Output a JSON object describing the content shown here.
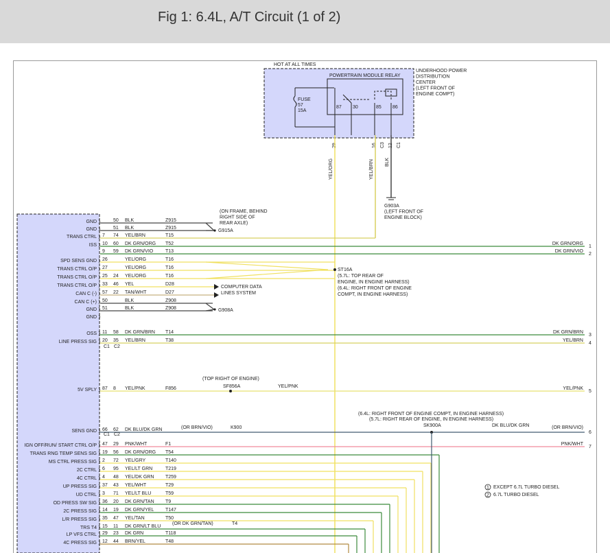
{
  "title": "Fig 1: 6.4L, A/T Circuit (1 of 2)",
  "colors": {
    "module_fill": "#d4d7fb",
    "yel_org": "#f0e060",
    "yel_brn": "#d8d060",
    "blk": "#444444",
    "dk_grn": "#3b8a3b",
    "purple": "#8060a0",
    "pink": "#f08a9a",
    "yel_pnk": "#e8e070",
    "dk_blu": "#405a70"
  },
  "relay": {
    "hot_label": "HOT AT ALL TIMES",
    "name": "POWERTRAIN MODULE RELAY",
    "pdc_label": [
      "UNDERHOOD POWER",
      "DISTRIBUTION",
      "CENTER",
      "(LEFT FRONT OF",
      "ENGINE COMPT)"
    ],
    "fuse": [
      "FUSE",
      "57",
      "15A"
    ],
    "pins": [
      "87",
      "30",
      "85",
      "86"
    ],
    "cavities": [
      "29",
      "16",
      "C3",
      "12",
      "C1"
    ],
    "wire_labels": [
      "YEL/ORG",
      "YEL/BRN",
      "BLK"
    ]
  },
  "grounds": {
    "g903a": [
      "G903A",
      "(LEFT FRONT OF",
      "ENGINE BLOCK)"
    ],
    "g915a_note": [
      "(ON FRAME, BEHIND",
      "RIGHT SIDE OF",
      "REAR AXLE)"
    ],
    "g915a": "G915A",
    "g908a": "G908A"
  },
  "splice_st16a": [
    "ST16A",
    "(5.7L: TOP REAR OF",
    "ENGINE, IN ENGINE HARNESS)",
    "(6.4L: RIGHT FRONT OF ENGINE",
    "COMPT, IN ENGINE HARNESS)"
  ],
  "can_labels": [
    "COMPUTER DATA",
    "LINES SYSTEM"
  ],
  "connectors": [
    "C1",
    "C2"
  ],
  "sf856a": {
    "note": "(TOP RIGHT OF ENGINE)",
    "name": "SF856A",
    "wire": "YEL/PNK"
  },
  "sk900a": {
    "note1": "(6.4L: RIGHT FRONT OF ENGINE COMPT, IN ENGINE HARNESS)",
    "note2": "(5.7L: RIGHT REAR OF ENGINE, IN ENGINE HARNESS)",
    "name": "SK900A",
    "wire": "DK BLU/DK GRN",
    "alt": "(OR BRN/VIO)",
    "alt_right": "(OR BRN/VIO)",
    "circuit": "K900"
  },
  "legend": [
    {
      "num": "1",
      "text": "EXCEPT 6.7L TURBO DIESEL"
    },
    {
      "num": "2",
      "text": "6.7L TURBO DIESEL"
    }
  ],
  "alt_t4": "(OR DK GRN/TAN)",
  "alt_t4_circuit": "T4",
  "rows": [
    {
      "label": "GND",
      "p1": "",
      "p2": "50",
      "color": "BLK",
      "circuit": "Z915"
    },
    {
      "label": "GND",
      "p1": "",
      "p2": "51",
      "color": "BLK",
      "circuit": "Z915"
    },
    {
      "label": "TRANS CTRL",
      "p1": "7",
      "p2": "74",
      "color": "YEL/BRN",
      "circuit": "T15"
    },
    {
      "label": "ISS",
      "p1": "10",
      "p2": "60",
      "color": "DK GRN/ORG",
      "circuit": "T52",
      "right": "DK GRN/ORG",
      "out": "1"
    },
    {
      "label": "",
      "p1": "9",
      "p2": "59",
      "color": "DK GRN/VIO",
      "circuit": "T13",
      "right": "DK GRN/VIO",
      "out": "2"
    },
    {
      "label": "SPD SENS GND",
      "p1": "26",
      "p2": "",
      "color": "YEL/ORG",
      "circuit": "T16"
    },
    {
      "label": "TRANS CTRL O/P",
      "p1": "27",
      "p2": "",
      "color": "YEL/ORG",
      "circuit": "T16"
    },
    {
      "label": "TRANS CTRL O/P",
      "p1": "25",
      "p2": "24",
      "color": "YEL/ORG",
      "circuit": "T16"
    },
    {
      "label": "TRANS CTRL O/P",
      "p1": "33",
      "p2": "46",
      "color": "YEL",
      "circuit": "D28"
    },
    {
      "label": "CAN C (-)",
      "p1": "57",
      "p2": "22",
      "color": "TAN/WHT",
      "circuit": "D27"
    },
    {
      "label": "CAN C (+)",
      "p1": "50",
      "p2": "",
      "color": "BLK",
      "circuit": "Z908"
    },
    {
      "label": "GND",
      "p1": "51",
      "p2": "",
      "color": "BLK",
      "circuit": "Z908"
    },
    {
      "label": "GND",
      "p1": "",
      "p2": "",
      "color": "",
      "circuit": ""
    },
    {
      "label": "OSS",
      "p1": "11",
      "p2": "58",
      "color": "DK GRN/BRN",
      "circuit": "T14",
      "right": "DK GRN/BRN",
      "out": "3"
    },
    {
      "label": "LINE PRESS SIG",
      "p1": "20",
      "p2": "35",
      "color": "YEL/BRN",
      "circuit": "T38",
      "right": "YEL/BRN",
      "out": "4"
    },
    {
      "label": "5V SPLY",
      "p1": "87",
      "p2": "8",
      "color": "YEL/PNK",
      "circuit": "F856",
      "right": "YEL/PNK",
      "out": "5"
    },
    {
      "label": "SENS GND",
      "p1": "66",
      "p2": "62",
      "color": "DK BLU/DK GRN",
      "circuit": "",
      "out": "6"
    },
    {
      "label": "IGN OFF/RUN/ START CTRL O/P",
      "p1": "47",
      "p2": "29",
      "color": "PNK/WHT",
      "circuit": "F1",
      "right": "PNK/WHT",
      "out": "7"
    },
    {
      "label": "TRANS RNG TEMP SENS SIG",
      "p1": "19",
      "p2": "56",
      "color": "DK GRN/ORG",
      "circuit": "T54"
    },
    {
      "label": "MS CTRL PRESS SIG",
      "p1": "2",
      "p2": "72",
      "color": "YEL/GRY",
      "circuit": "T140"
    },
    {
      "label": "2C CTRL",
      "p1": "6",
      "p2": "95",
      "color": "YEL/LT GRN",
      "circuit": "T219"
    },
    {
      "label": "4C CTRL",
      "p1": "4",
      "p2": "48",
      "color": "YEL/DK GRN",
      "circuit": "T259"
    },
    {
      "label": "UP PRESS SIG",
      "p1": "37",
      "p2": "43",
      "color": "YEL/WHT",
      "circuit": "T29"
    },
    {
      "label": "UD CTRL",
      "p1": "3",
      "p2": "71",
      "color": "YEL/LT BLU",
      "circuit": "T59"
    },
    {
      "label": "OD PRESS SW SIG",
      "p1": "36",
      "p2": "20",
      "color": "DK GRN/TAN",
      "circuit": "T9"
    },
    {
      "label": "2C PRESS SIG",
      "p1": "14",
      "p2": "19",
      "color": "DK GRN/YEL",
      "circuit": "T147"
    },
    {
      "label": "L/R PRESS SIG",
      "p1": "35",
      "p2": "47",
      "color": "YEL/TAN",
      "circuit": "T50"
    },
    {
      "label": "TRS T4",
      "p1": "15",
      "p2": "11",
      "color": "DK GRN/LT BLU",
      "circuit": ""
    },
    {
      "label": "LP VFS CTRL",
      "p1": "29",
      "p2": "23",
      "color": "DK GRN",
      "circuit": "T118"
    },
    {
      "label": "4C PRESS SIG",
      "p1": "12",
      "p2": "44",
      "color": "BRN/YEL",
      "circuit": "T48"
    }
  ]
}
